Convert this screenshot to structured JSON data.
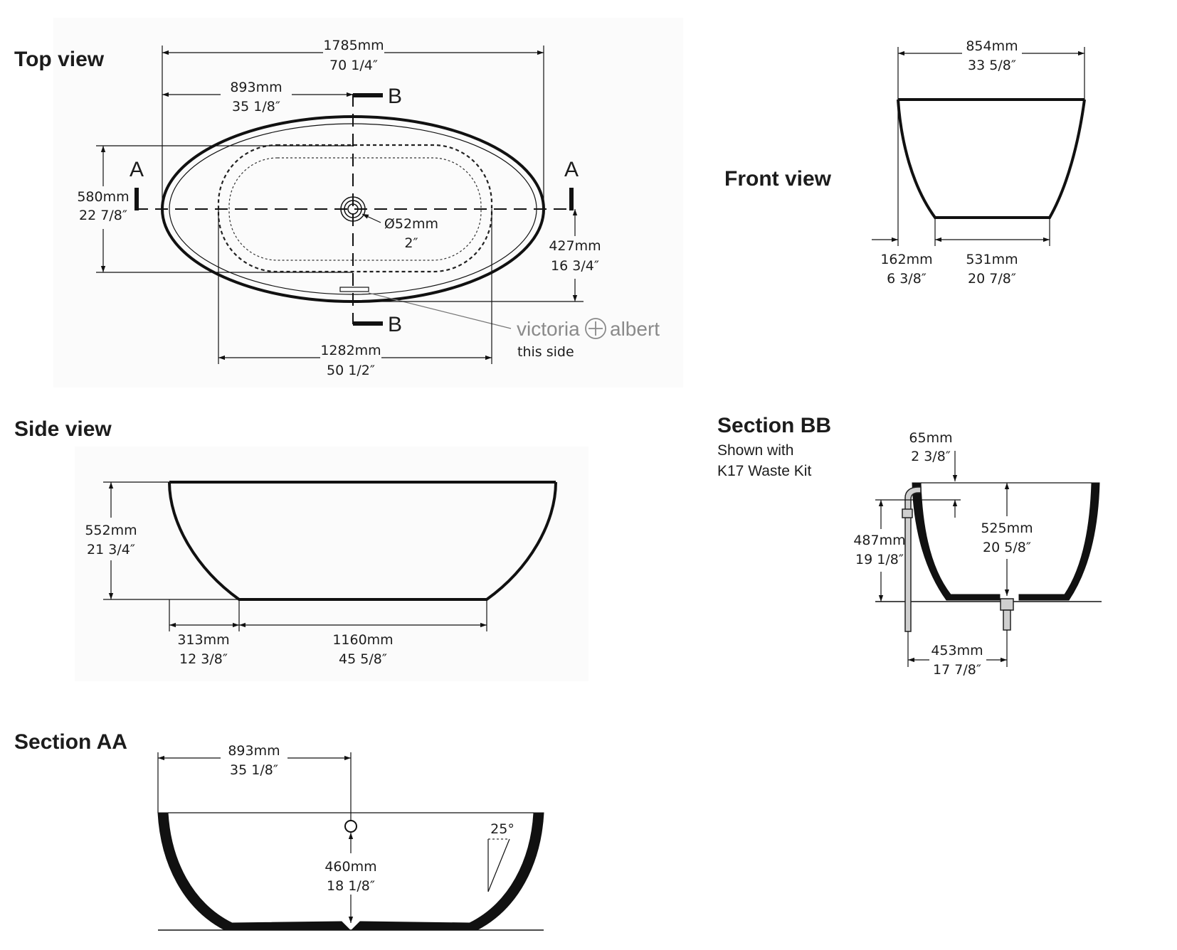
{
  "views": {
    "top": {
      "title": "Top view",
      "overall_length": {
        "mm": "1785mm",
        "in": "70 1/4″"
      },
      "half_length": {
        "mm": "893mm",
        "in": "35 1/8″"
      },
      "inner_width": {
        "mm": "580mm",
        "in": "22 7/8″"
      },
      "waste_diameter": {
        "mm": "Ø52mm",
        "in": "2″"
      },
      "to_edge": {
        "mm": "427mm",
        "in": "16 3/4″"
      },
      "base_length": {
        "mm": "1282mm",
        "in": "50 1/2″"
      },
      "section_a": "A",
      "section_b": "B",
      "brand_left": "victoria",
      "brand_right": "albert",
      "brand_note": "this side"
    },
    "front": {
      "title": "Front view",
      "width": {
        "mm": "854mm",
        "in": "33 5/8″"
      },
      "offset": {
        "mm": "162mm",
        "in": "6  3/8″"
      },
      "base": {
        "mm": "531mm",
        "in": "20 7/8″"
      }
    },
    "side": {
      "title": "Side view",
      "height": {
        "mm": "552mm",
        "in": "21 3/4″"
      },
      "offset": {
        "mm": "313mm",
        "in": "12 3/8″"
      },
      "base": {
        "mm": "1160mm",
        "in": "45 5/8″"
      }
    },
    "section_bb": {
      "title": "Section BB",
      "subtitle_line1": "Shown with",
      "subtitle_line2": "K17 Waste Kit",
      "rim_drop": {
        "mm": "65mm",
        "in": "2 3/8″"
      },
      "overflow_height": {
        "mm": "487mm",
        "in": "19 1/8″"
      },
      "depth": {
        "mm": "525mm",
        "in": "20 5/8″"
      },
      "waste_offset": {
        "mm": "453mm",
        "in": "17 7/8″"
      }
    },
    "section_aa": {
      "title": "Section AA",
      "half_length": {
        "mm": "893mm",
        "in": "35 1/8″"
      },
      "overflow_height": {
        "mm": "460mm",
        "in": "18 1/8″"
      },
      "angle": "25°"
    }
  }
}
